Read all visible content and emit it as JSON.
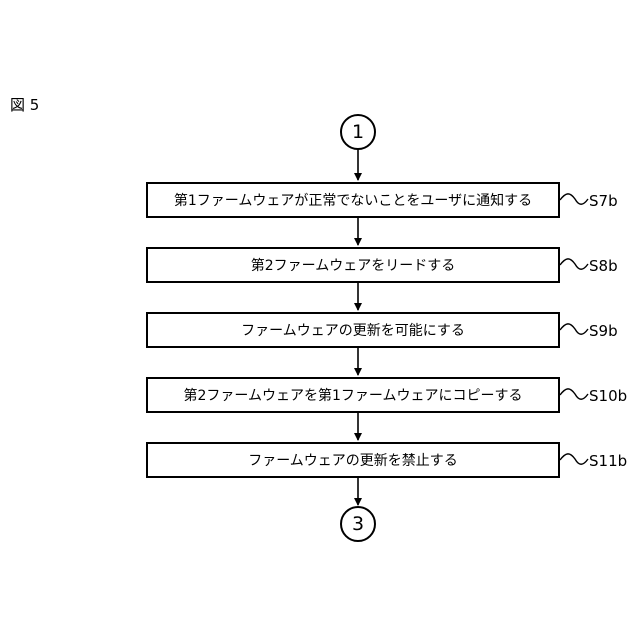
{
  "figure_label": "図 5",
  "start_connector": "1",
  "end_connector": "3",
  "steps": [
    {
      "id": "S7b",
      "text": "第1ファームウェアが正常でないことをユーザに通知する"
    },
    {
      "id": "S8b",
      "text": "第2ファームウェアをリードする"
    },
    {
      "id": "S9b",
      "text": "ファームウェアの更新を可能にする"
    },
    {
      "id": "S10b",
      "text": "第2ファームウェアを第1ファームウェアにコピーする"
    },
    {
      "id": "S11b",
      "text": "ファームウェアの更新を禁止する"
    }
  ]
}
